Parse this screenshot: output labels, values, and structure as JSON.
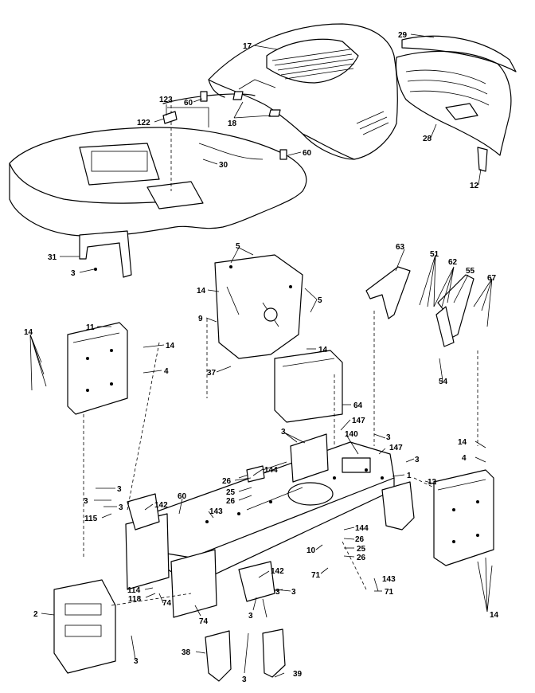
{
  "callouts": [
    {
      "id": "c17",
      "text": "17"
    },
    {
      "id": "c29",
      "text": "29"
    },
    {
      "id": "c123",
      "text": "123"
    },
    {
      "id": "c60a",
      "text": "60"
    },
    {
      "id": "c122",
      "text": "122"
    },
    {
      "id": "c18",
      "text": "18"
    },
    {
      "id": "c28",
      "text": "28"
    },
    {
      "id": "c60b",
      "text": "60"
    },
    {
      "id": "c30",
      "text": "30"
    },
    {
      "id": "c12",
      "text": "12"
    },
    {
      "id": "c31",
      "text": "31"
    },
    {
      "id": "c3a",
      "text": "3"
    },
    {
      "id": "c5a",
      "text": "5"
    },
    {
      "id": "c14a",
      "text": "14"
    },
    {
      "id": "c5b",
      "text": "5"
    },
    {
      "id": "c9",
      "text": "9"
    },
    {
      "id": "c63",
      "text": "63"
    },
    {
      "id": "c51",
      "text": "51"
    },
    {
      "id": "c62",
      "text": "62"
    },
    {
      "id": "c55",
      "text": "55"
    },
    {
      "id": "c67",
      "text": "67"
    },
    {
      "id": "c14b",
      "text": "14"
    },
    {
      "id": "c11",
      "text": "11"
    },
    {
      "id": "c14c",
      "text": "14"
    },
    {
      "id": "c14d",
      "text": "14"
    },
    {
      "id": "c4a",
      "text": "4"
    },
    {
      "id": "c37",
      "text": "37"
    },
    {
      "id": "c54",
      "text": "54"
    },
    {
      "id": "c64",
      "text": "64"
    },
    {
      "id": "c147a",
      "text": "147"
    },
    {
      "id": "c3b",
      "text": "3"
    },
    {
      "id": "c140",
      "text": "140"
    },
    {
      "id": "c3c",
      "text": "3"
    },
    {
      "id": "c147b",
      "text": "147"
    },
    {
      "id": "c14e",
      "text": "14"
    },
    {
      "id": "c4b",
      "text": "4"
    },
    {
      "id": "c3d",
      "text": "3"
    },
    {
      "id": "c1",
      "text": "1"
    },
    {
      "id": "c26a",
      "text": "26"
    },
    {
      "id": "c144a",
      "text": "144"
    },
    {
      "id": "c25a",
      "text": "25"
    },
    {
      "id": "c26b",
      "text": "26"
    },
    {
      "id": "c13",
      "text": "13"
    },
    {
      "id": "c3e",
      "text": "3"
    },
    {
      "id": "c3f",
      "text": "3"
    },
    {
      "id": "c3g",
      "text": "3"
    },
    {
      "id": "c142a",
      "text": "142"
    },
    {
      "id": "c60c",
      "text": "60"
    },
    {
      "id": "c143a",
      "text": "143"
    },
    {
      "id": "c115",
      "text": "115"
    },
    {
      "id": "c144b",
      "text": "144"
    },
    {
      "id": "c26c",
      "text": "26"
    },
    {
      "id": "c10",
      "text": "10"
    },
    {
      "id": "c25b",
      "text": "25"
    },
    {
      "id": "c26d",
      "text": "26"
    },
    {
      "id": "c142b",
      "text": "142"
    },
    {
      "id": "c71a",
      "text": "71"
    },
    {
      "id": "c143b",
      "text": "143"
    },
    {
      "id": "c71b",
      "text": "71"
    },
    {
      "id": "c114",
      "text": "114"
    },
    {
      "id": "c3h",
      "text": "3"
    },
    {
      "id": "c118",
      "text": "118"
    },
    {
      "id": "c74a",
      "text": "74"
    },
    {
      "id": "c3i",
      "text": "3"
    },
    {
      "id": "c3j",
      "text": "3"
    },
    {
      "id": "c74b",
      "text": "74"
    },
    {
      "id": "c14f",
      "text": "14"
    },
    {
      "id": "c2",
      "text": "2"
    },
    {
      "id": "c3k",
      "text": "3"
    },
    {
      "id": "c38",
      "text": "38"
    },
    {
      "id": "c3l",
      "text": "3"
    },
    {
      "id": "c39",
      "text": "39"
    }
  ]
}
